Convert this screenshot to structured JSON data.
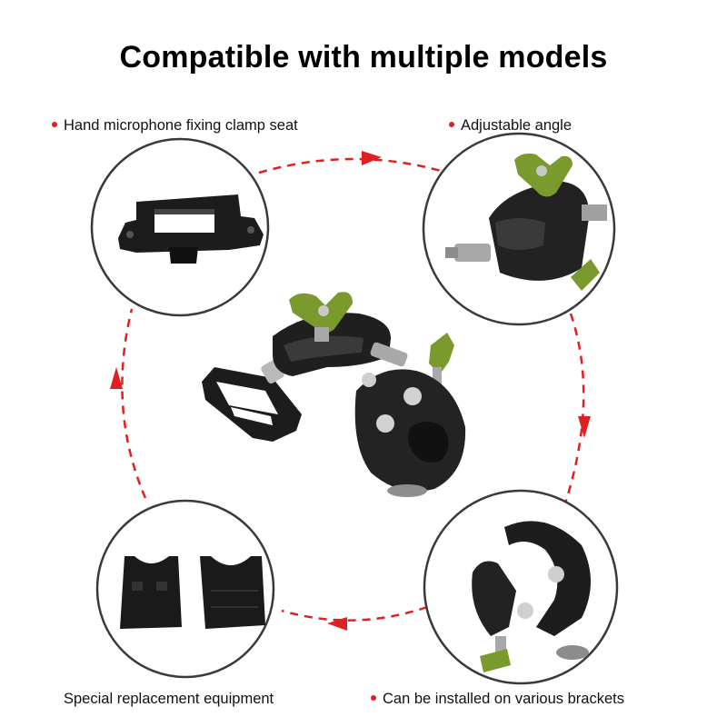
{
  "title": "Compatible with multiple models",
  "labels": {
    "top_left": "Hand microphone fixing clamp seat",
    "top_right": "Adjustable angle",
    "bottom_left": "Special replacement equipment",
    "bottom_right": "Can be installed on various brackets"
  },
  "colors": {
    "accent": "#e02020",
    "olive": "#7a9a2e",
    "dark_part": "#1e1e1e",
    "metal": "#9a9a9a"
  }
}
